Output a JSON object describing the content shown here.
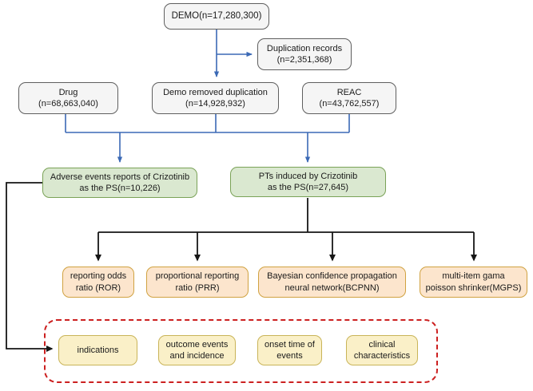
{
  "colors": {
    "arrow-blue": "#3b69b5",
    "arrow-black": "#161616",
    "text": "#1a1a1a",
    "gray-fill": "#f5f5f5",
    "gray-stroke": "#5f5f5f",
    "green-fill": "#dae8d0",
    "green-stroke": "#7aa257",
    "orange-fill": "#fce5cd",
    "orange-stroke": "#d0a241",
    "yellow-fill": "#faf0c8",
    "yellow-stroke": "#c9b458",
    "red-dash": "#cc2020"
  },
  "nodes": {
    "demo": {
      "label": "DEMO(n=17,280,300)"
    },
    "duplication_records": {
      "label": "Duplication records\n(n=2,351,368)"
    },
    "drug": {
      "label": "Drug\n(n=68,663,040)"
    },
    "demo_removed": {
      "label": "Demo removed duplication\n(n=14,928,932)"
    },
    "reac": {
      "label": "REAC\n(n=43,762,557)"
    },
    "adverse_events": {
      "label": "Adverse events reports of Crizotinib\nas the PS(n=10,226)"
    },
    "pts_induced": {
      "label": "PTs induced by Crizotinib\nas the PS(n=27,645)"
    },
    "ror": {
      "label": "reporting odds\nratio (ROR)"
    },
    "prr": {
      "label": "proportional reporting\nratio (PRR)"
    },
    "bcpnn": {
      "label": "Bayesian confidence propagation\nneural network(BCPNN)"
    },
    "mgps": {
      "label": "multi-item gama\npoisson shrinker(MGPS)"
    },
    "indications": {
      "label": "indications"
    },
    "outcome_events": {
      "label": "outcome events\nand incidence"
    },
    "onset_time": {
      "label": "onset time of\nevents"
    },
    "clinical_characteristics": {
      "label": "clinical\ncharacteristics"
    }
  }
}
